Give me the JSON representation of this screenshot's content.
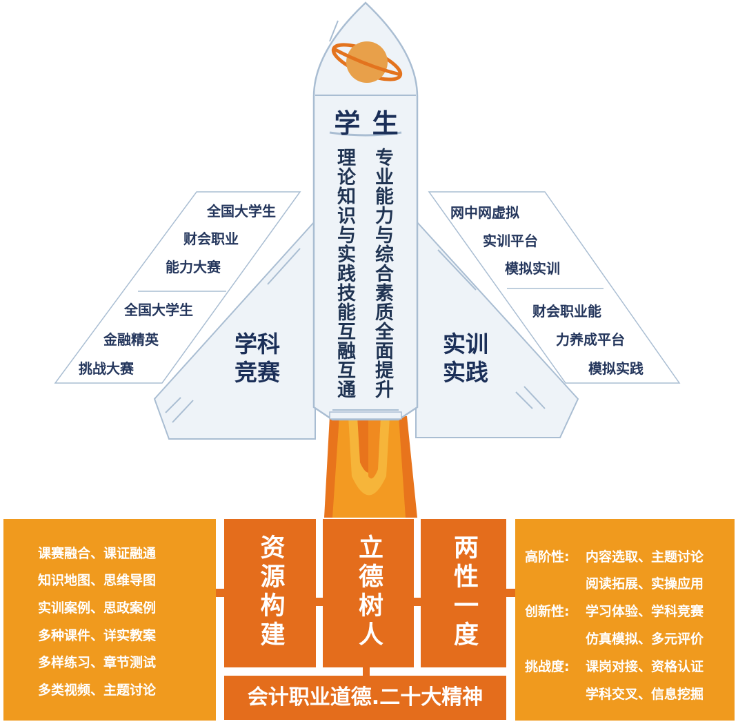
{
  "rocket": {
    "title": "学 生",
    "left_vertical": "理论知识与实践技能互融互通",
    "right_vertical": "专业能力与综合素质全面提升"
  },
  "left_wing": {
    "title_lines": [
      "学科",
      "竞赛"
    ],
    "upper_lines": [
      "全国大学生",
      "财会职业",
      "能力大赛"
    ],
    "lower_lines": [
      "全国大学生",
      "金融精英",
      "挑战大赛"
    ]
  },
  "right_wing": {
    "title_lines": [
      "实训",
      "实践"
    ],
    "upper_lines": [
      "网中网虚拟",
      "实训平台",
      "模拟实训"
    ],
    "lower_lines": [
      "财会职业能",
      "力养成平台",
      "模拟实践"
    ]
  },
  "left_panel": {
    "lines": [
      "课赛融合、课证融通",
      "知识地图、思维导图",
      "实训案例、思政案例",
      "多种课件、详实教案",
      "多样练习、章节测试",
      "多类视频、主题讨论"
    ]
  },
  "columns": [
    "资源构建",
    "立德树人",
    "两性一度"
  ],
  "bottom_bar": "会计职业道德.二十大精神",
  "right_panel": {
    "rows": [
      {
        "label": "高阶性:",
        "text": "内容选取、主题讨论"
      },
      {
        "label": "",
        "text": "阅读拓展、实操应用"
      },
      {
        "label": "创新性:",
        "text": "学习体验、学科竞赛"
      },
      {
        "label": "",
        "text": "仿真模拟、多元评价"
      },
      {
        "label": "挑战度:",
        "text": "课岗对接、资格认证"
      },
      {
        "label": "",
        "text": "学科交叉、信息挖掘"
      }
    ]
  },
  "colors": {
    "outline": "#a9bdd2",
    "navy": "#1b2f58",
    "orange": "#f09a1e",
    "dark_orange": "#e46d1c"
  }
}
